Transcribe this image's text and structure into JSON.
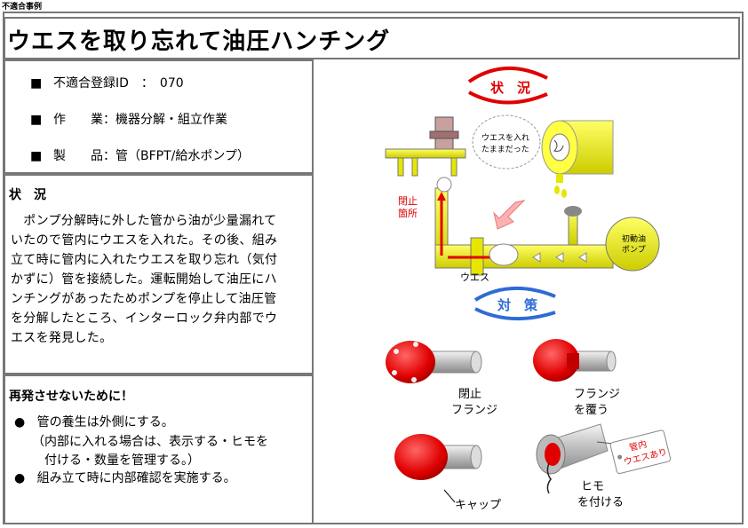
{
  "doc": {
    "header_tag": "不適合事例",
    "title": "ウエスを取り忘れて油圧ハンチング"
  },
  "meta": {
    "id_label": "不適合登録ID　：　070",
    "work_label": "作　　業：",
    "work_value": "機器分解・組立作業",
    "product_label": "製　　品：",
    "product_value": "管（BFPT/給水ポンプ）",
    "bullet": "■"
  },
  "situation": {
    "heading": "状　況",
    "lines": [
      "　ポンプ分解時に外した管から油が少量漏れて",
      "いたので管内にウエスを入れた。その後、組み",
      "立て時に管内に入れたウエスを取り忘れ（気付",
      "かずに）管を接続した。運転開始して油圧にハ",
      "ンチングがあったためポンプを停止して油圧管",
      "を分解したところ、インターロック弁内部でウ",
      "エスを発見した。"
    ]
  },
  "prevention": {
    "heading": "再発させないために！",
    "item1": "管の養生は外側にする。",
    "item1_sub1": "（内部に入れる場合は、表示する・ヒモを",
    "item1_sub2": "付ける・数量を管理する。）",
    "item2": "組み立て時に内部確認を実施する。",
    "bullet": "●"
  },
  "diagram": {
    "situation_badge": "状　況",
    "countermeasure_badge": "対　策",
    "bubble_text_1": "ウエスを入れ",
    "bubble_text_2": "たままだった",
    "closing_point_1": "閉止",
    "closing_point_2": "箇所",
    "waste_label": "ウエス",
    "pump_label_1": "初動油",
    "pump_label_2": "ポンプ",
    "flange_close_1": "閉止",
    "flange_close_2": "フランジ",
    "flange_cover_1": "フランジ",
    "flange_cover_2": "を覆う",
    "cap_label": "キャップ",
    "string_1": "ヒモ",
    "string_2": "を付ける",
    "tag_1": "管内",
    "tag_2": "ウエスあり"
  },
  "colors": {
    "pipe_yellow": "#e6e600",
    "red": "#e00000",
    "border": "#777777"
  }
}
